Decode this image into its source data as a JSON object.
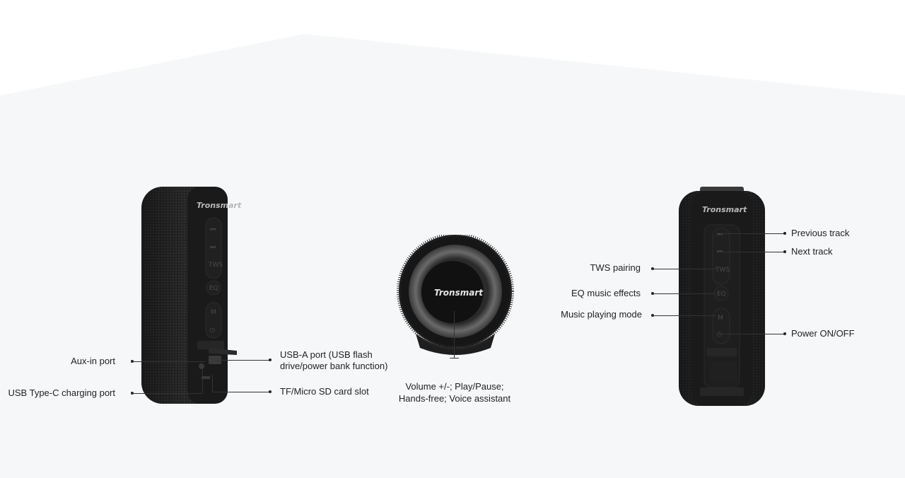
{
  "brand": "Tronsmart",
  "colors": {
    "background": "#ffffff",
    "panel": "#f6f7f9",
    "speaker_body": "#1c1c1c",
    "ring": "#5a5a5a"
  },
  "left_view": {
    "callouts": {
      "aux_in": "Aux-in port",
      "usb_c": "USB Type-C charging port",
      "usb_a_line1": "USB-A port (USB flash",
      "usb_a_line2": "drive/power bank function)",
      "tf_slot": "TF/Micro SD card slot"
    }
  },
  "top_view": {
    "callout_line1": "Volume +/-; Play/Pause;",
    "callout_line2": "Hands-free; Voice assistant"
  },
  "right_view": {
    "callouts": {
      "previous_track": "Previous track",
      "next_track": "Next track",
      "tws_pairing": "TWS pairing",
      "eq_effects": "EQ music effects",
      "play_mode": "Music playing mode",
      "power": "Power ON/OFF"
    }
  },
  "button_glyphs": {
    "prev": "⏮",
    "next": "⏭",
    "tws": "TWS",
    "eq": "EQ",
    "mode": "M",
    "power": "⏻"
  }
}
